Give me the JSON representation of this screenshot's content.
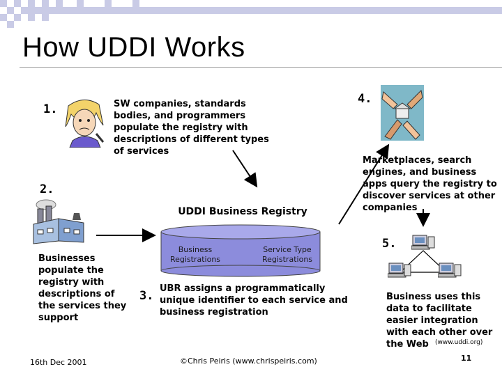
{
  "slide": {
    "title": "How UDDI  Works",
    "steps": {
      "s1": "1.",
      "s2": "2.",
      "s3": "3.",
      "s4": "4.",
      "s5": "5."
    },
    "text": {
      "step1_desc": "SW companies, standards bodies, and programmers populate the registry with descriptions of different types of services",
      "step2_desc": "Businesses populate the registry with descriptions of the services they support",
      "step3_desc": "UBR assigns a programmatically unique identifier to each service and business registration",
      "step4_desc": "Marketplaces, search engines, and business apps query the registry to discover services at other companies",
      "step5_desc": "Business uses this data to facilitate easier integration with each other over the Web",
      "step5_url": "(www.uddi.org)",
      "registry_title": "UDDI Business Registry",
      "business_registrations": "Business Registrations",
      "service_type_registrations": "Service Type Registrations"
    },
    "footer": {
      "date": "16th Dec 2001",
      "copyright": "©Chris Peiris  (www.chrispeiris.com)",
      "page_number": "11"
    },
    "colors": {
      "checker": "#c9cbe6",
      "cylinder": "#8c8cdc",
      "accent": "#1a1a1a"
    }
  }
}
